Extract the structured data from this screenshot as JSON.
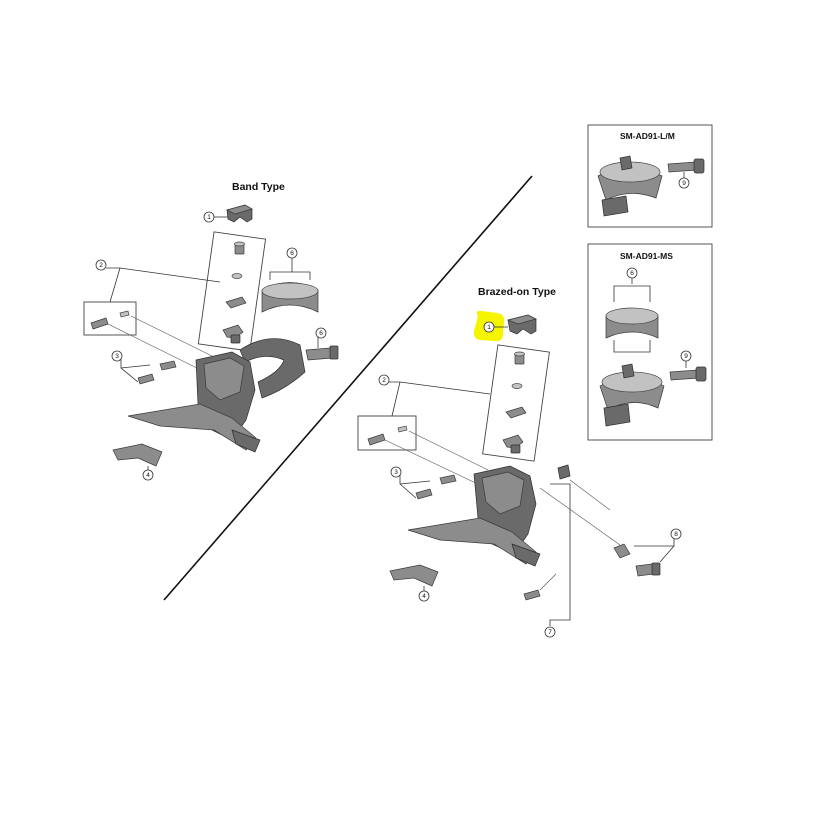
{
  "titles": {
    "band_type": "Band Type",
    "brazed_on_type": "Brazed-on Type",
    "adapter_lm": "SM-AD91-L/M",
    "adapter_ms": "SM-AD91-MS"
  },
  "callouts": {
    "n1": "1",
    "n2": "2",
    "n3": "3",
    "n4": "4",
    "n6": "6",
    "n7": "7",
    "n8": "8",
    "n9": "9"
  },
  "colors": {
    "highlight": "#f5f500",
    "part_fill": "#8c8c8c",
    "line": "#333333"
  }
}
